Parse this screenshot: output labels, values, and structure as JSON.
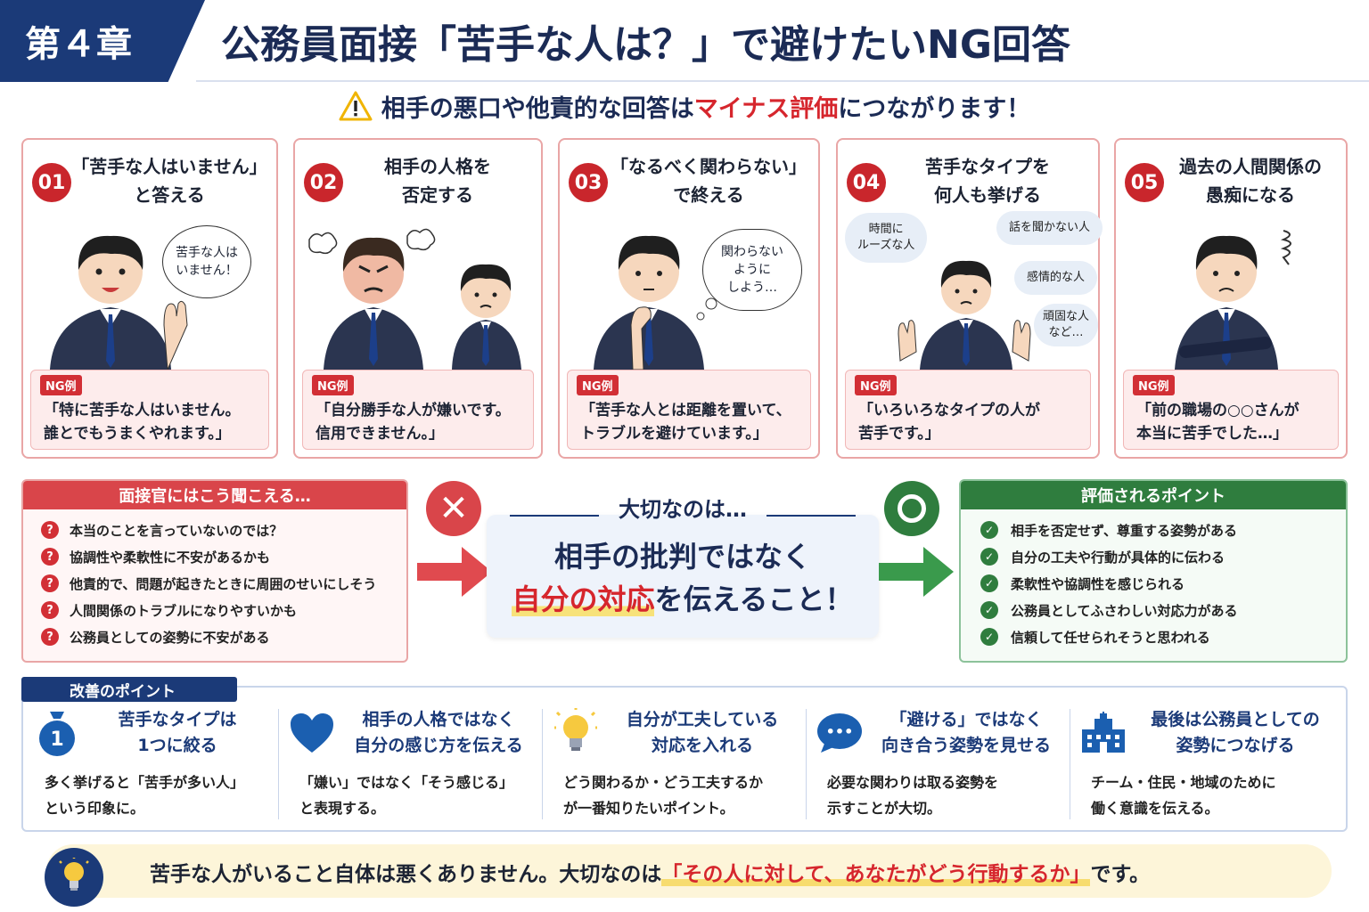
{
  "header": {
    "chapter": "第４章",
    "title": "公務員面接「苦手な人は？」で避けたいNG回答"
  },
  "warning": {
    "before": "相手の悪口や他責的な回答は",
    "highlight": "マイナス評価",
    "after": "につながります！"
  },
  "cards": [
    {
      "num": "01",
      "title1": "「苦手な人はいません」",
      "title2": "と答える",
      "bubble1": "苦手な人は",
      "bubble2": "いません！",
      "ng_label": "NG例",
      "ex1": "「特に苦手な人はいません。",
      "ex2": "誰とでもうまくやれます。」"
    },
    {
      "num": "02",
      "title1": "相手の人格を",
      "title2": "否定する",
      "ng_label": "NG例",
      "ex1": "「自分勝手な人が嫌いです。",
      "ex2": "信用できません。」"
    },
    {
      "num": "03",
      "title1": "「なるべく関わらない」",
      "title2": "で終える",
      "bubble1": "関わらない",
      "bubble2": "ように",
      "bubble3": "しよう…",
      "ng_label": "NG例",
      "ex1": "「苦手な人とは距離を置いて、",
      "ex2": "トラブルを避けています。」"
    },
    {
      "num": "04",
      "title1": "苦手なタイプを",
      "title2": "何人も挙げる",
      "cloud1a": "時間に",
      "cloud1b": "ルーズな人",
      "cloud2": "話を聞かない人",
      "cloud3": "感情的な人",
      "cloud4a": "頑固な人",
      "cloud4b": "など…",
      "ng_label": "NG例",
      "ex1": "「いろいろなタイプの人が",
      "ex2": "苦手です。」"
    },
    {
      "num": "05",
      "title1": "過去の人間関係の",
      "title2": "愚痴になる",
      "ng_label": "NG例",
      "ex1": "「前の職場の○○さんが",
      "ex2": "本当に苦手でした…」"
    }
  ],
  "hear": {
    "title": "面接官にはこう聞こえる…",
    "qmark": "?",
    "items": [
      "本当のことを言っていないのでは？",
      "協調性や柔軟性に不安があるかも",
      "他責的で、問題が起きたときに周囲のせいにしそう",
      "人間関係のトラブルになりやすいかも",
      "公務員としての姿勢に不安がある"
    ]
  },
  "center": {
    "x_mark": "✕",
    "lead": "大切なのは…",
    "line1": "相手の批判ではなく",
    "line2_red": "自分の対応",
    "line2_rest": "を伝えること！"
  },
  "good": {
    "title": "評価されるポイント",
    "check": "✓",
    "items": [
      "相手を否定せず、尊重する姿勢がある",
      "自分の工夫や行動が具体的に伝わる",
      "柔軟性や協調性を感じられる",
      "公務員としてふさわしい対応力がある",
      "信頼して任せられそうと思われる"
    ]
  },
  "improve": {
    "tag": "改善のポイント",
    "items": [
      {
        "icon_text": "1",
        "t1": "苦手なタイプは",
        "t2": "1つに絞る",
        "d1": "多く挙げると「苦手が多い人」",
        "d2": "という印象に。"
      },
      {
        "t1": "相手の人格ではなく",
        "t2": "自分の感じ方を伝える",
        "d1": "「嫌い」ではなく「そう感じる」",
        "d2": "と表現する。"
      },
      {
        "t1": "自分が工夫している",
        "t2": "対応を入れる",
        "d1": "どう関わるか・どう工夫するか",
        "d2": "が一番知りたいポイント。"
      },
      {
        "icon_text": "•••",
        "t1": "「避ける」ではなく",
        "t2": "向き合う姿勢を見せる",
        "d1": "必要な関わりは取る姿勢を",
        "d2": "示すことが大切。"
      },
      {
        "t1": "最後は公務員としての",
        "t2": "姿勢につなげる",
        "d1": "チーム・住民・地域のために",
        "d2": "働く意識を伝える。"
      }
    ]
  },
  "bottom": {
    "before": "苦手な人がいること自体は悪くありません。大切なのは",
    "highlight": "「その人に対して、あなたがどう行動するか」",
    "after": "です。"
  },
  "colors": {
    "navy": "#1b3a78",
    "red": "#d6262d",
    "green": "#2f7d3e",
    "yellow": "#fdf5d9"
  }
}
